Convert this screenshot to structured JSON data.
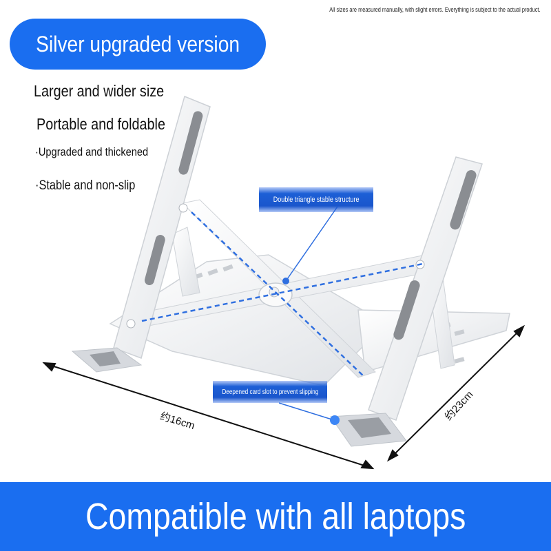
{
  "disclaimer": "All sizes are measured manually, with slight errors. Everything is subject to the actual product.",
  "version_label": "Silver upgraded version",
  "features": [
    "Larger and wider size",
    "Portable and foldable",
    "·Upgraded and thickened",
    "·Stable and non-slip"
  ],
  "callouts": {
    "structure": "Double triangle stable structure",
    "slot": "Deepened card slot to prevent slipping"
  },
  "dimensions": {
    "width": "约16cm",
    "depth": "约23cm"
  },
  "banner": "Compatible with all laptops",
  "colors": {
    "accent_blue": "#1a6ef0",
    "stand_silver": "#f2f3f5",
    "pad_gray": "#8a8d92"
  }
}
